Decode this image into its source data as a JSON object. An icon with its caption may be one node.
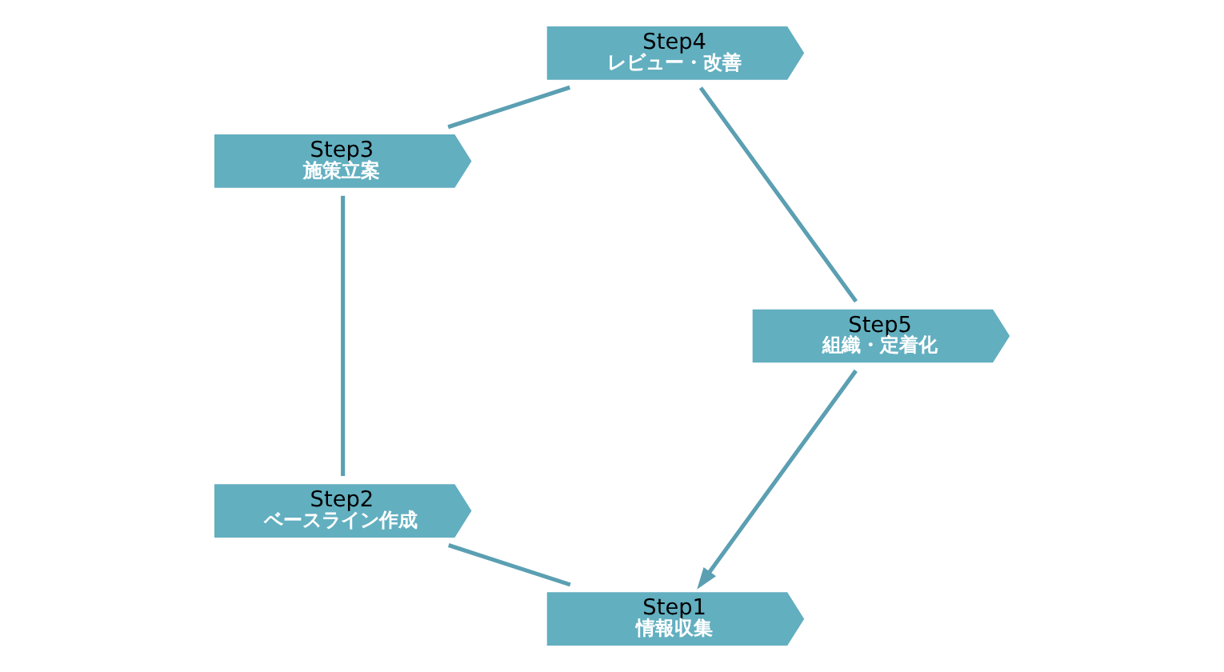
{
  "diagram": {
    "nodes": [
      {
        "text": [
          "Step1",
          "情報収集"
        ]
      },
      {
        "text": [
          "Step2",
          "ベースライン作成"
        ]
      },
      {
        "text": [
          "Step3",
          "施策立案"
        ]
      },
      {
        "text": [
          "Step4",
          "レビュー・改善"
        ]
      },
      {
        "text": [
          "Step5",
          "組織・定着化"
        ]
      }
    ],
    "edges": [
      {
        "from": 0,
        "to": 1,
        "arrow": "none"
      },
      {
        "from": 1,
        "to": 2,
        "arrow": "none"
      },
      {
        "from": 2,
        "to": 3,
        "arrow": "none"
      },
      {
        "from": 3,
        "to": 4,
        "arrow": "none"
      },
      {
        "from": 4,
        "to": 0,
        "arrow": "to"
      }
    ]
  }
}
